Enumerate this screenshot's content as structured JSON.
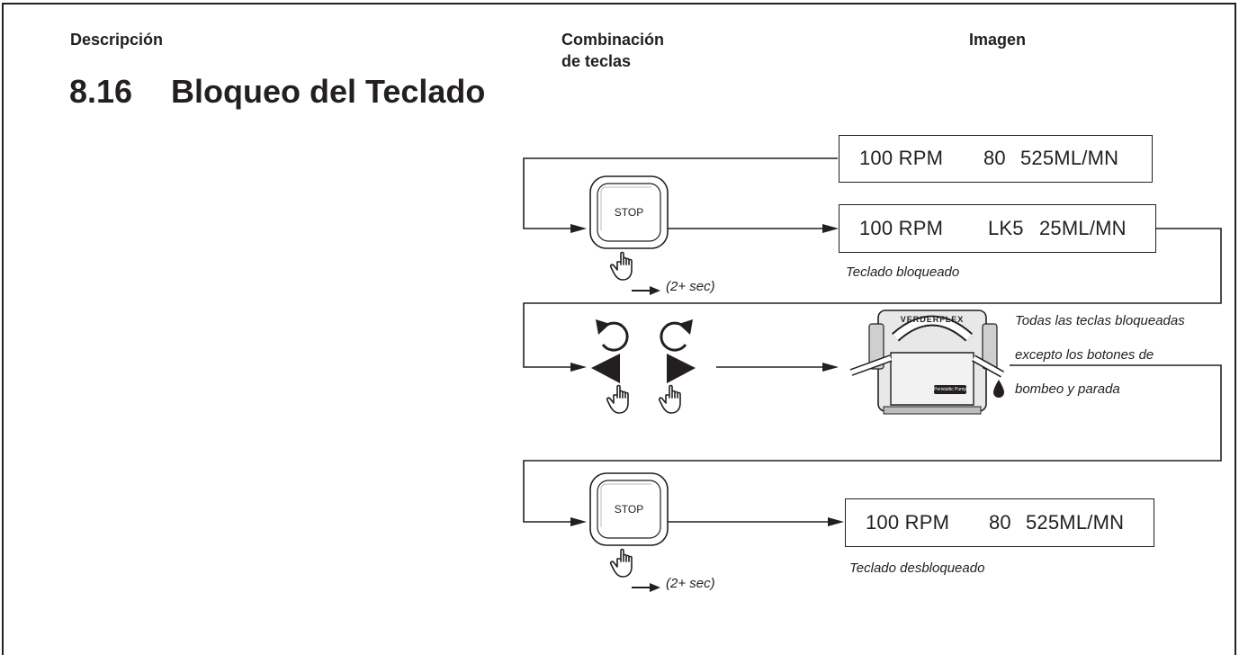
{
  "header": {
    "col_description": "Descripción",
    "col_combination_line1": "Combinación",
    "col_combination_line2": "de teclas",
    "col_image": "Imagen"
  },
  "section": {
    "number": "8.16",
    "title": "Bloqueo del Teclado"
  },
  "steps": {
    "initial_display": {
      "rpm": "100 RPM",
      "mode": "80",
      "flow": "525ML/MN"
    },
    "lock_button": {
      "label": "STOP",
      "hold": "(2+ sec)"
    },
    "locked_display": {
      "rpm": "100 RPM",
      "mode": "LK5",
      "flow": "25ML/MN",
      "caption": "Teclado bloqueado"
    },
    "note": {
      "line1": "Todas las teclas bloqueadas",
      "line2": "excepto los botones de",
      "line3": "bombeo y parada"
    },
    "pump": {
      "brand": "VERDERFLEX",
      "badge": "Peristaltic Pumps"
    },
    "unlock_button": {
      "label": "STOP",
      "hold": "(2+ sec)"
    },
    "unlocked_display": {
      "rpm": "100 RPM",
      "mode": "80",
      "flow": "525ML/MN",
      "caption": "Teclado desbloqueado"
    }
  },
  "icons": [
    "hand-press-icon",
    "rotate-ccw-icon",
    "rotate-cw-icon",
    "triangle-left-icon",
    "triangle-right-icon",
    "pump-icon",
    "drop-icon",
    "arrow-icon"
  ]
}
